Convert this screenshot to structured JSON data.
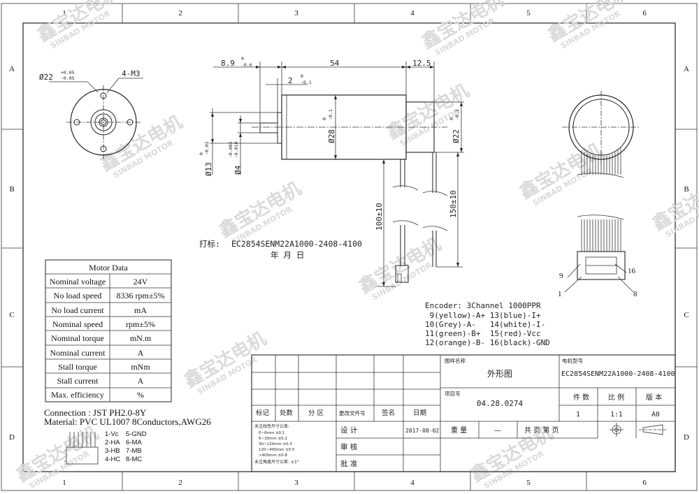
{
  "frame": {
    "columns": [
      "1",
      "2",
      "3",
      "4",
      "5",
      "6"
    ],
    "rows": [
      "A",
      "B",
      "C",
      "D"
    ]
  },
  "watermark": {
    "cn": "鑫宝达电机",
    "en": "SINBAD MOTOR"
  },
  "front_view": {
    "dia_label": "Ø22",
    "dia_tol_upper": "+0.05",
    "dia_tol_lower": "-0.05",
    "holes_label": "4-M3"
  },
  "side_view": {
    "dim_shaft_len": "8.9",
    "dim_shaft_len_up": "0",
    "dim_shaft_len_low": "-0.6",
    "dim_body_len": "54",
    "dim_enc_len": "12.5",
    "dim_boss_len": "2",
    "dim_boss_up": "0",
    "dim_boss_low": "-0.1",
    "dim_body_dia": "Ø28",
    "dim_body_dia_up": "0",
    "dim_body_dia_low": "-0.1",
    "dim_enc_dia": "Ø22",
    "dim_enc_dia_up": "0",
    "dim_enc_dia_low": "-0.1",
    "dim_boss_dia": "Ø13",
    "dim_boss_dia_up": "0",
    "dim_boss_dia_low": "-0.02",
    "dim_shaft_dia": "Ø4",
    "dim_shaft_dia_up": "-0.005",
    "dim_shaft_dia_low": "-0.010",
    "dim_lead_short": "100±10",
    "dim_lead_long": "150±10",
    "marking_label": "打标:",
    "marking_code": "EC2854SENM22A1000-2408-4100",
    "marking_date": "年 月 日"
  },
  "connector_view": {
    "pin9": "9",
    "pin16": "16",
    "pin1": "1",
    "pin8": "8"
  },
  "motor_data": {
    "title": "Motor Data",
    "rows": [
      {
        "label": "Nominal voltage",
        "value": "24V"
      },
      {
        "label": "No load speed",
        "value": "8336 rpm±5%"
      },
      {
        "label": "No load current",
        "value": "mA"
      },
      {
        "label": "Nominal speed",
        "value": "rpm±5%"
      },
      {
        "label": "Nominal torque",
        "value": "mN.m"
      },
      {
        "label": "Nominal current",
        "value": "A"
      },
      {
        "label": "Stall torque",
        "value": "mNm"
      },
      {
        "label": "Stall current",
        "value": "A"
      },
      {
        "label": "Max. efficiency",
        "value": "%"
      }
    ]
  },
  "connection": {
    "line1": "Connection : JST PH2.0-8Y",
    "line2": "Material: PVC UL1007 8Conductors,AWG26",
    "pins": [
      [
        "1-Vc",
        "5-GND"
      ],
      [
        "2-HA",
        "6-MA"
      ],
      [
        "3-HB",
        "7-MB"
      ],
      [
        "4-HC",
        "8-MC"
      ]
    ]
  },
  "encoder": {
    "title": "Encoder: 3Channel 1000PPR",
    "lines": [
      " 9(yellow)-A+ 13(blue)-I+",
      "10(Grey)-A-   14(white)-I-",
      "11(green)-B+  15(red)-Vcc",
      "12(orange)-B- 16(black)-GND"
    ]
  },
  "title_block": {
    "drawing_name_label": "图样名称",
    "drawing_name": "外形图",
    "model_label": "电机型号",
    "model": "EC2854SENM22A1000-2408-4100",
    "project_label": "项目号",
    "project_no": "04.28.0274",
    "qty_label": "件 数",
    "scale_label": "比 例",
    "version_label": "版 本",
    "qty": "1",
    "scale": "1:1",
    "version": "A0",
    "rev_headers": [
      "标记",
      "处数",
      "分 区",
      "更改文件号",
      "签名",
      "日期"
    ],
    "tolerance_title": "未注线性尺寸公差:",
    "tolerances": [
      "0~6mm  ±0.1",
      "6~30mm  ±0.2",
      "30~120mm  ±0.3",
      "120~400mm  ±0.5",
      ">400mm  ±0.8"
    ],
    "angle_tol": "未注角度尺寸公差: ±1°",
    "design_label": "设 计",
    "check_label": "审 核",
    "approve_label": "批 准",
    "date": "2017-08-02",
    "weight_label": "重 量",
    "weight": "—",
    "pages_label": "共 页 第 页"
  }
}
